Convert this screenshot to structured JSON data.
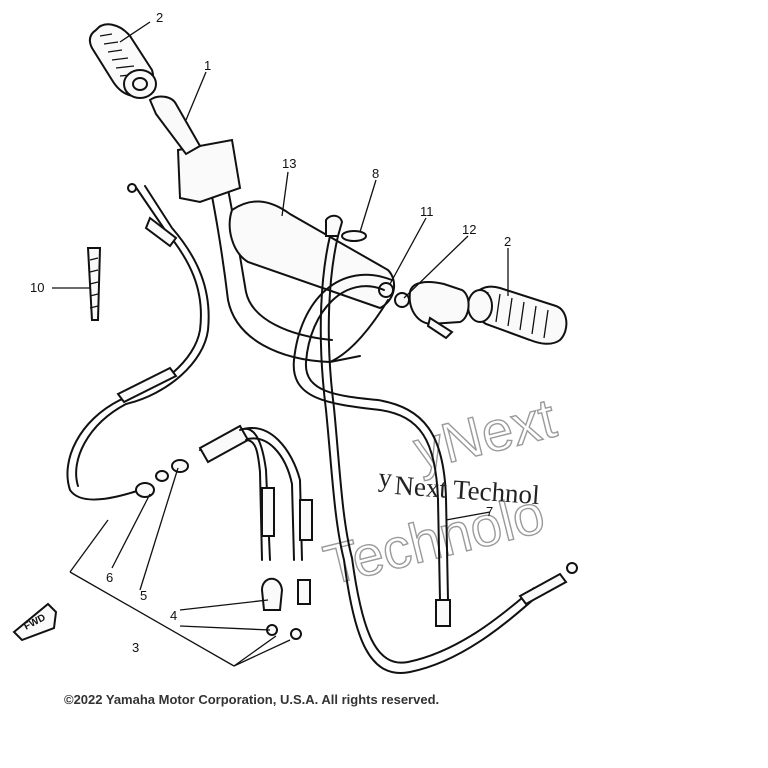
{
  "callouts": {
    "c1": "1",
    "c2a": "2",
    "c2b": "2",
    "c3": "3",
    "c4": "4",
    "c5": "5",
    "c6": "6",
    "c7": "7",
    "c8": "8",
    "c10": "10",
    "c11": "11",
    "c12": "12",
    "c13": "13"
  },
  "fwd_label": "FWD",
  "watermark": {
    "line1": "yNext",
    "line2": "Technolo",
    "small_prefix": "y",
    "small_text": "Next Technol"
  },
  "copyright": "©2022 Yamaha Motor Corporation, U.S.A. All rights reserved."
}
